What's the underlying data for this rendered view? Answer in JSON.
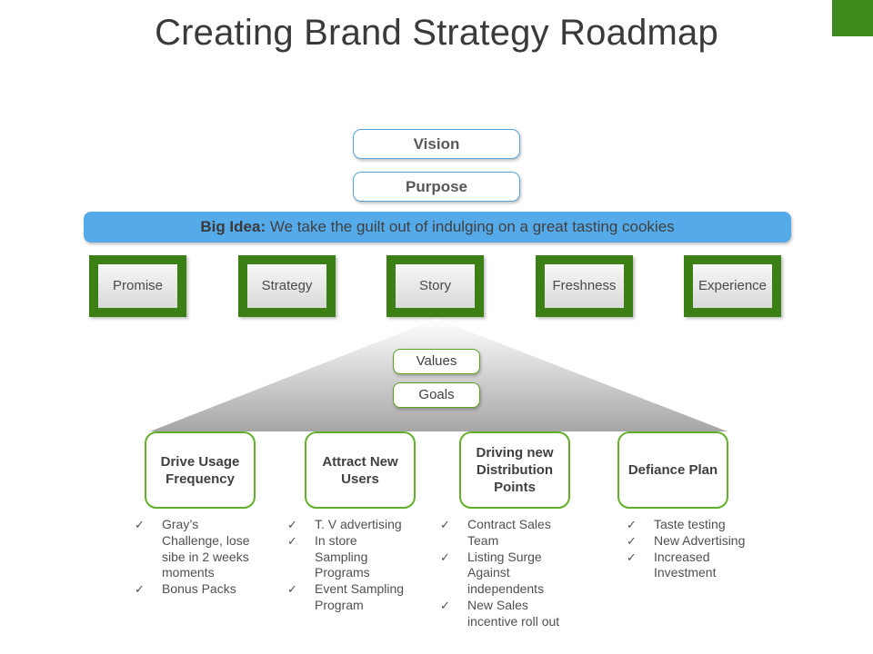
{
  "title": "Creating Brand Strategy Roadmap",
  "top_boxes": [
    "Vision",
    "Purpose"
  ],
  "big_idea": {
    "label": "Big Idea:",
    "text": " We take the guilt out of indulging on a great tasting cookies"
  },
  "pillars": [
    "Promise",
    "Strategy",
    "Story",
    "Freshness",
    "Experience"
  ],
  "middle_boxes": [
    "Values",
    "Goals"
  ],
  "goals": [
    {
      "title": "Drive Usage Frequency",
      "items": [
        "Gray’s Challenge, lose sibe in 2 weeks moments",
        "Bonus Packs"
      ]
    },
    {
      "title": "Attract New Users",
      "items": [
        "T. V advertising",
        "In store Sampling Programs",
        "Event Sampling Program"
      ]
    },
    {
      "title": "Driving new Distribution Points",
      "items": [
        "Contract Sales Team",
        "Listing Surge Against independents",
        "New Sales incentive roll out"
      ]
    },
    {
      "title": "Defiance Plan",
      "items": [
        "Taste testing",
        "New Advertising",
        "Increased Investment"
      ]
    }
  ],
  "check_glyph": "✓",
  "colors": {
    "accent_green": "#3c7f14",
    "goal_border_green": "#62b02a",
    "big_idea_blue": "#55aaea",
    "box_border_blue": "#5aa6dc"
  }
}
